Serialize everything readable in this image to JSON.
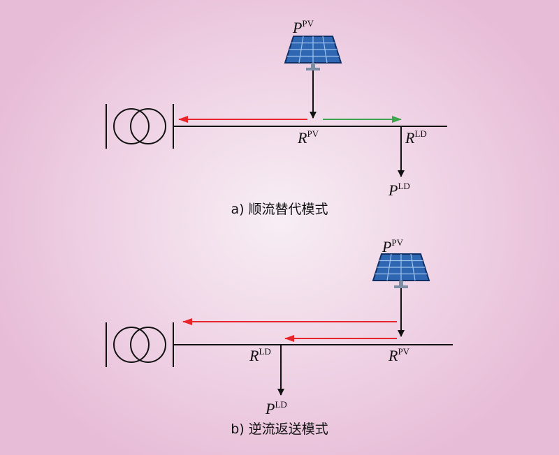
{
  "colors": {
    "background": "#efd3e5",
    "line": "#111111",
    "red_flow": "#e8242b",
    "green_flow": "#3aa54a",
    "panel_cell": "#2f66b2",
    "panel_frame": "#0f2f66"
  },
  "icons": [
    "transformer-icon",
    "solar-panel-icon"
  ],
  "diagram_a": {
    "pv_symbol": "P",
    "pv_sup": "PV",
    "r_pv_symbol": "R",
    "r_pv_sup": "PV",
    "r_ld_symbol": "R",
    "r_ld_sup": "LD",
    "p_ld_symbol": "P",
    "p_ld_sup": "LD",
    "caption": "a) 顺流替代模式"
  },
  "diagram_b": {
    "pv_symbol": "P",
    "pv_sup": "PV",
    "r_ld_symbol": "R",
    "r_ld_sup": "LD",
    "r_pv_symbol": "R",
    "r_pv_sup": "PV",
    "p_ld_symbol": "P",
    "p_ld_sup": "LD",
    "caption": "b) 逆流返送模式"
  }
}
